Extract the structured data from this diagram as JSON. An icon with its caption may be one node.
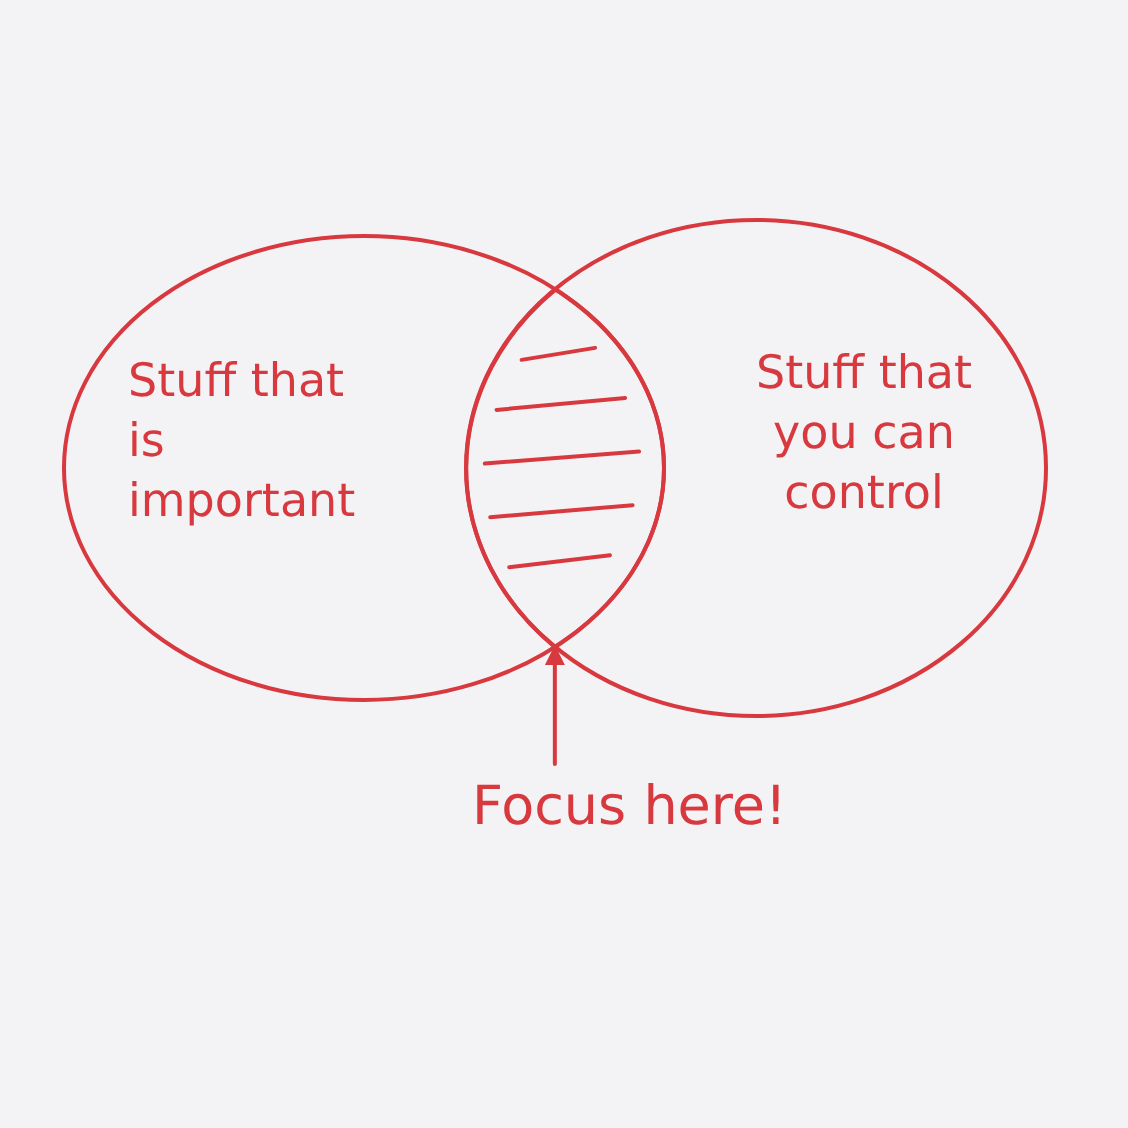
{
  "diagram": {
    "nodes": [
      {
        "text": [
          "Stuff that is important"
        ]
      },
      {
        "text": [
          "Stuff that you can control"
        ]
      },
      {
        "text": [],
        "shape": "lens"
      },
      {
        "text": [
          "Focus here!"
        ]
      }
    ],
    "edges": [
      {
        "from": 3,
        "to": 2,
        "arrow": "to"
      }
    ]
  }
}
